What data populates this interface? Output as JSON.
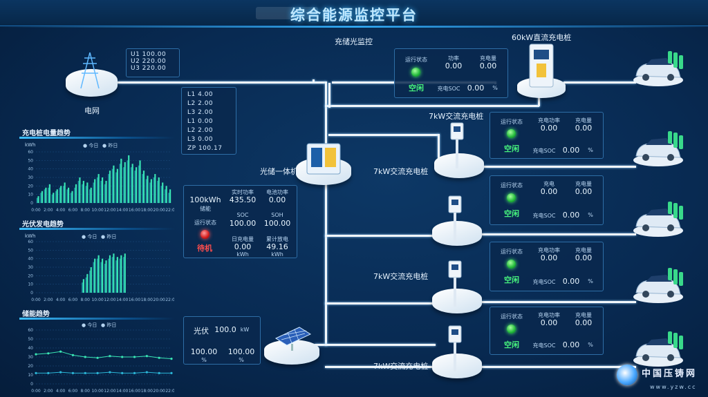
{
  "header": {
    "title": "综合能源监控平台"
  },
  "grid": {
    "label": "电网",
    "voltages": [
      "U1  100.00",
      "U2  220.00",
      "U3  220.00"
    ],
    "power": [
      "L1    4.00",
      "L2    2.00",
      "L3    2.00",
      "L1    0.00",
      "L2    2.00",
      "L3    0.00",
      "ZP  100.17"
    ]
  },
  "pv_system": {
    "label": "光储一体机",
    "top_label": "充储光监控",
    "capacity": "100kWh",
    "capacity_unit": "储能",
    "cells": [
      {
        "label": "实时功率",
        "value": "435.50"
      },
      {
        "label": "电池功率",
        "value": "0.00"
      },
      {
        "label": "SOC",
        "value": "100.00"
      },
      {
        "label": "SOH",
        "value": "100.00"
      },
      {
        "label": "日充电量",
        "value": "0.00"
      },
      {
        "label": "累计放电",
        "value": "49.16"
      }
    ],
    "status_label": "运行状态",
    "status": "待机",
    "units": [
      "kWh",
      "kWh"
    ]
  },
  "solar": {
    "label": "光伏",
    "value": "100.0",
    "unit": "kW",
    "cells": [
      {
        "value": "100.00",
        "unit": "%"
      },
      {
        "value": "100.00",
        "unit": "%"
      }
    ]
  },
  "chargers": [
    {
      "label": "60kW直流充电桩",
      "state_label": "运行状态",
      "state": "空闲",
      "c1_label": "功率",
      "c1": "0.00",
      "c2_label": "充电量",
      "c2": "0.00",
      "soc_label": "充电SOC",
      "soc": "0.00",
      "unit": "%"
    },
    {
      "label": "7kW交流充电桩",
      "state_label": "运行状态",
      "state": "空闲",
      "c1_label": "充电功率",
      "c1": "0.00",
      "c2_label": "充电量",
      "c2": "0.00",
      "soc_label": "充电SOC",
      "soc": "0.00",
      "unit": "%"
    },
    {
      "label": "",
      "state_label": "运行状态",
      "state": "空闲",
      "c1_label": "充电",
      "c1": "0.00",
      "c2_label": "充电量",
      "c2": "0.00",
      "soc_label": "充电SOC",
      "soc": "0.00",
      "unit": "%"
    },
    {
      "label": "7kW交流充电桩",
      "state_label": "运行状态",
      "state": "空闲",
      "c1_label": "充电功率",
      "c1": "0.00",
      "c2_label": "充电量",
      "c2": "0.00",
      "soc_label": "充电SOC",
      "soc": "0.00",
      "unit": "%"
    },
    {
      "label": "7kW交流充电桩",
      "state_label": "运行状态",
      "state": "空闲",
      "c1_label": "充电功率",
      "c1": "0.00",
      "c2_label": "充电量",
      "c2": "0.00",
      "soc_label": "充电SOC",
      "soc": "0.00",
      "unit": "%"
    }
  ],
  "charts": {
    "c1": {
      "title": "充电桩电量趋势",
      "yunit": "kWh",
      "legend": [
        "今日",
        "昨日"
      ],
      "yticks": [
        "60",
        "50",
        "40",
        "30",
        "20",
        "10",
        "0"
      ],
      "xticks": [
        "0:00",
        "2:00",
        "4:00",
        "6:00",
        "8:00",
        "10:00",
        "12:00",
        "14:00",
        "16:00",
        "18:00",
        "20:00",
        "22:00"
      ]
    },
    "c2": {
      "title": "光伏发电趋势",
      "yunit": "kWh",
      "legend": [
        "今日",
        "昨日"
      ],
      "yticks": [
        "60",
        "50",
        "40",
        "30",
        "20",
        "10",
        "0"
      ],
      "xticks": [
        "0:00",
        "2:00",
        "4:00",
        "6:00",
        "8:00",
        "10:00",
        "12:00",
        "14:00",
        "16:00",
        "18:00",
        "20:00",
        "22:00"
      ]
    },
    "c3": {
      "title": "储能趋势",
      "yunit": "",
      "legend": [
        "今日",
        "昨日"
      ],
      "yticks": [
        "60",
        "50",
        "40",
        "30",
        "20",
        "10",
        "0"
      ],
      "xticks": [
        "0:00",
        "2:00",
        "4:00",
        "6:00",
        "8:00",
        "10:00",
        "12:00",
        "14:00",
        "16:00",
        "18:00",
        "20:00",
        "22:00"
      ]
    }
  },
  "chart_data": [
    {
      "type": "bar",
      "title": "充电桩电量趋势",
      "ylabel": "kWh",
      "ylim": [
        0,
        60
      ],
      "series": [
        {
          "name": "今日",
          "values": [
            8,
            14,
            18,
            22,
            12,
            16,
            20,
            24,
            18,
            14,
            22,
            30,
            26,
            24,
            18,
            28,
            34,
            30,
            26,
            38,
            44,
            40,
            52,
            48,
            56,
            46,
            42,
            50,
            38,
            32,
            28,
            34,
            30,
            24,
            20,
            16
          ]
        },
        {
          "name": "昨日",
          "values": [
            6,
            12,
            16,
            18,
            10,
            14,
            18,
            20,
            16,
            12,
            18,
            26,
            22,
            20,
            16,
            24,
            30,
            26,
            22,
            34,
            40,
            36,
            46,
            42,
            50,
            42,
            38,
            44,
            34,
            28,
            24,
            30,
            26,
            20,
            16,
            12
          ]
        }
      ]
    },
    {
      "type": "bar",
      "title": "光伏发电趋势",
      "ylabel": "kWh",
      "ylim": [
        0,
        60
      ],
      "series": [
        {
          "name": "今日",
          "values": [
            0,
            0,
            0,
            0,
            0,
            0,
            0,
            0,
            0,
            0,
            0,
            0,
            16,
            22,
            30,
            40,
            44,
            40,
            38,
            44,
            46,
            42,
            44,
            46,
            0,
            0,
            0,
            0,
            0,
            0,
            0,
            0,
            0,
            0,
            0,
            0
          ]
        },
        {
          "name": "昨日",
          "values": [
            0,
            0,
            0,
            0,
            0,
            0,
            0,
            0,
            0,
            0,
            0,
            0,
            12,
            18,
            26,
            36,
            40,
            36,
            34,
            40,
            42,
            38,
            40,
            42,
            0,
            0,
            0,
            0,
            0,
            0,
            0,
            0,
            0,
            0,
            0,
            0
          ]
        }
      ]
    },
    {
      "type": "line",
      "title": "储能趋势",
      "ylim": [
        0,
        60
      ],
      "series": [
        {
          "name": "今日",
          "values": [
            33,
            34,
            36,
            32,
            30,
            29,
            31,
            30,
            30,
            31,
            29,
            28
          ]
        },
        {
          "name": "昨日",
          "values": [
            12,
            12,
            13,
            12,
            12,
            12,
            13,
            12,
            12,
            13,
            12,
            12
          ]
        }
      ]
    }
  ],
  "watermark": {
    "name": "中国压铸网",
    "url": "www.yzw.cc"
  },
  "colors": {
    "accent": "#38b6ff",
    "status_green": "#46f07d",
    "status_red": "#ff4d4d",
    "bar": "#39e6b4"
  }
}
